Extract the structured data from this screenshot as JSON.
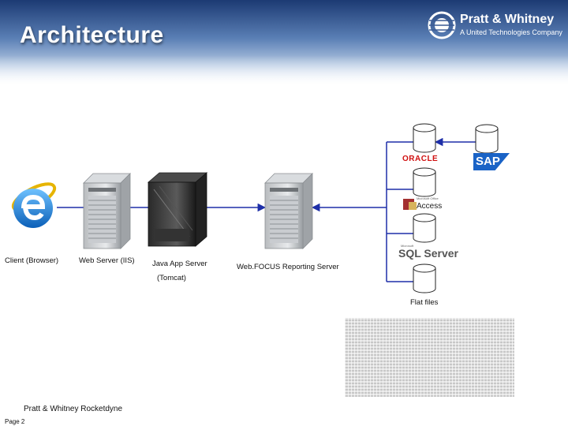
{
  "slide": {
    "title": "Architecture",
    "logo": {
      "name": "Pratt & Whitney",
      "subtitle": "A United Technologies Company"
    },
    "footer": {
      "org": "Pratt & Whitney Rocketdyne",
      "page": "Page 2"
    }
  },
  "nodes": {
    "client": "Client (Browser)",
    "web_server": "Web Server (IIS)",
    "java_app": "Java App Server",
    "tomcat": "(Tomcat)",
    "webfocus": "Web.FOCUS Reporting Server"
  },
  "data_sources": {
    "oracle": "ORACLE",
    "sap": "SAP",
    "access_small": "Microsoft Office",
    "access": "Access",
    "sql_small": "Microsoft",
    "sql": "SQL Server",
    "flat_files": "Flat files"
  }
}
